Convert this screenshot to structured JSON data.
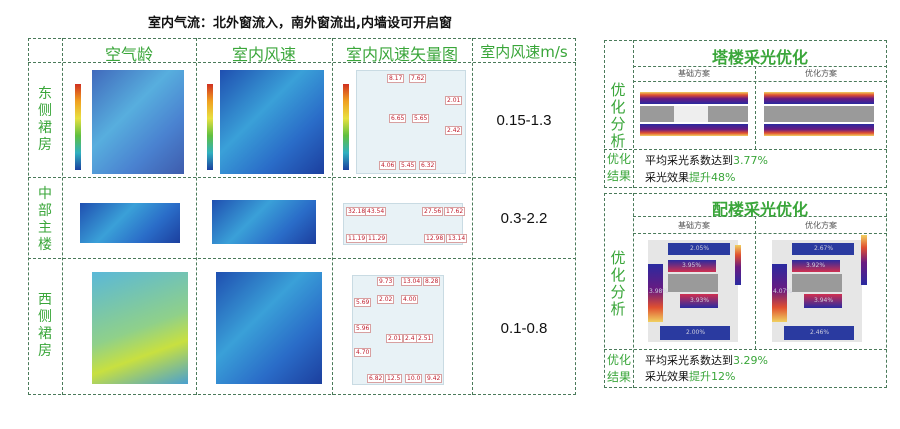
{
  "title": "室内气流：北外窗流入，南外窗流出,内墙设可开启窗",
  "left": {
    "headers": [
      "空气龄",
      "室内风速",
      "室内风速矢量图",
      "室内风速m/s"
    ],
    "rows": [
      {
        "label": "东侧裙房",
        "value": "0.15-1.3",
        "tags": [
          "8.17",
          "7.62",
          "2.01",
          "6.65",
          "5.65",
          "2.42",
          "4.06",
          "5.45",
          "6.32"
        ]
      },
      {
        "label": "中部主楼",
        "value": "0.3-2.2",
        "tags": [
          "32.18",
          "43.54",
          "27.56",
          "17.62",
          "11.19",
          "11.29",
          "12.98",
          "13.14"
        ]
      },
      {
        "label": "西侧裙房",
        "value": "0.1-0.8",
        "tags": [
          "9.73",
          "13.04",
          "8.28",
          "5.69",
          "2.02",
          "4.00",
          "5.96",
          "2.01",
          "2.4",
          "2.51",
          "4.70",
          "6.82",
          "12.5",
          "10.0",
          "9.42"
        ]
      }
    ]
  },
  "right": {
    "tower": {
      "title": "塔楼采光优化",
      "analysis_label": "优化分析",
      "base": "基础方案",
      "opt": "优化方案",
      "result_label": "优化结果",
      "line1": "平均采光系数达到",
      "line1_val": "3.77%",
      "line2": "采光效果",
      "line2_val": "提升48%"
    },
    "podium": {
      "title": "配楼采光优化",
      "analysis_label": "优化分析",
      "base": "基础方案",
      "opt": "优化方案",
      "base_pcts": [
        "2.05%",
        "3.95%",
        "3.98%",
        "3.93%",
        "2.00%"
      ],
      "opt_pcts": [
        "2.67%",
        "3.92%",
        "4.07%",
        "3.94%",
        "2.46%"
      ],
      "result_label": "优化结果",
      "line1": "平均采光系数达到",
      "line1_val": "3.29%",
      "line2": "采光效果",
      "line2_val": "提升12%"
    }
  }
}
